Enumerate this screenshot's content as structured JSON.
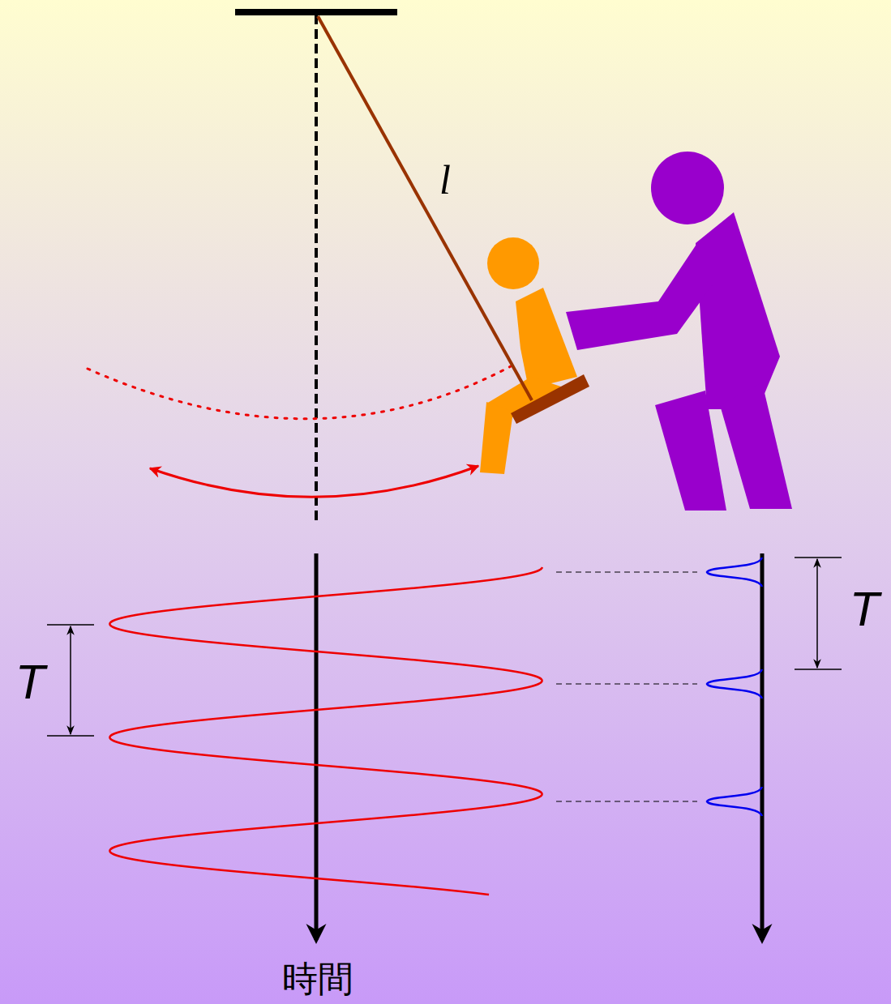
{
  "diagram": {
    "labels": [
      "l",
      "T",
      "T",
      "時間"
    ]
  }
}
